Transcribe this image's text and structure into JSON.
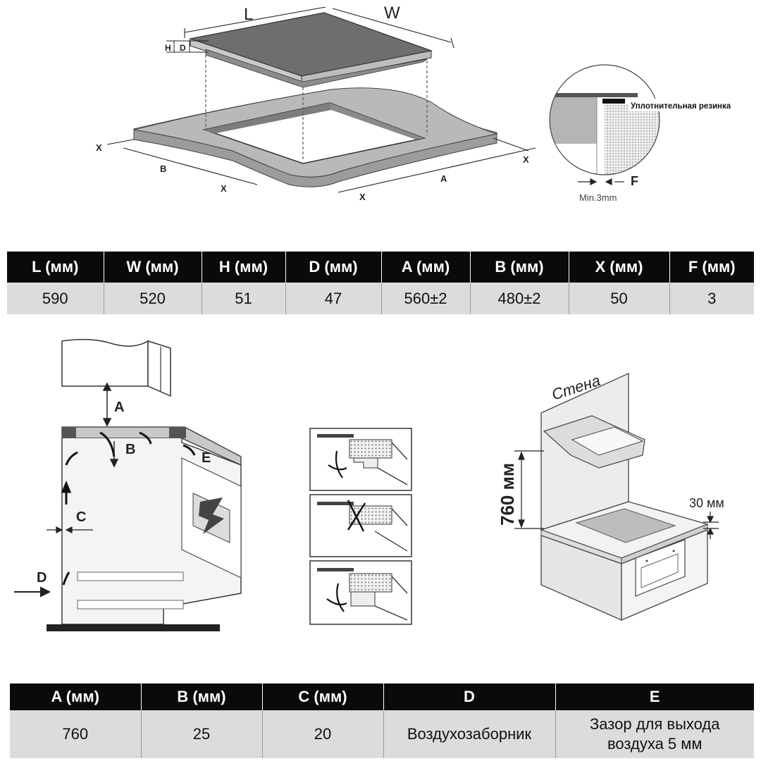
{
  "top_diagram": {
    "label_l": "L",
    "label_w": "W",
    "label_h": "H",
    "label_d": "D",
    "label_a": "A",
    "label_b": "B",
    "label_x": "X",
    "seal_label": "Уплотнительная резинка",
    "label_f": "F",
    "min_gap": "Min.3mm"
  },
  "table1": {
    "headers": [
      "L (мм)",
      "W (мм)",
      "H (мм)",
      "D (мм)",
      "A (мм)",
      "B (мм)",
      "X (мм)",
      "F (мм)"
    ],
    "values": [
      "590",
      "520",
      "51",
      "47",
      "560±2",
      "480±2",
      "50",
      "3"
    ]
  },
  "middle_diagram": {
    "label_a": "A",
    "label_b": "B",
    "label_c": "C",
    "label_d": "D",
    "label_e": "E",
    "wall": "Стена",
    "height_760": "760 мм",
    "gap_30": "30 мм"
  },
  "table2": {
    "headers": [
      "A (мм)",
      "B (мм)",
      "C (мм)",
      "D",
      "E"
    ],
    "values": [
      "760",
      "25",
      "20",
      "Воздухозаборник",
      "Зазор для выхода воздуха 5 мм"
    ]
  }
}
